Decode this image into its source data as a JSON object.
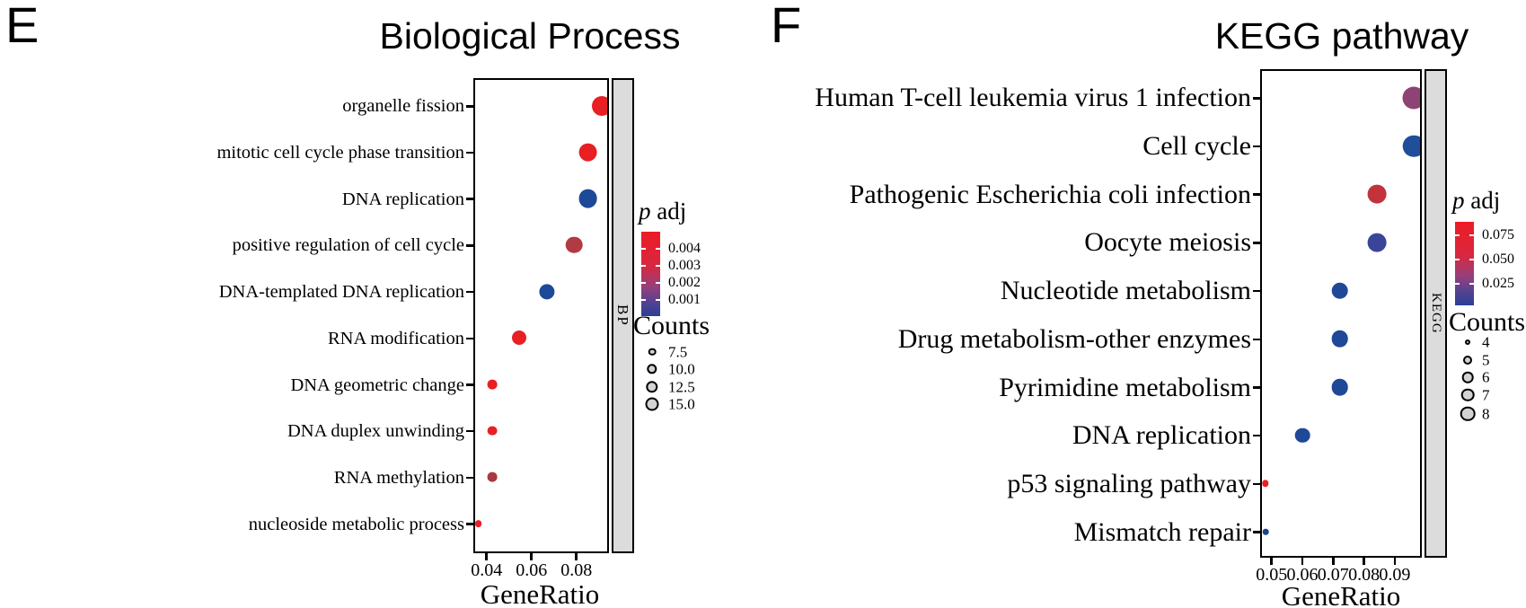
{
  "chart_data": [
    {
      "panel_letter": "E",
      "type": "scatter",
      "title": "Biological Process",
      "strip_label": "BP",
      "xlabel": "GeneRatio",
      "x_ticks": [
        0.04,
        0.06,
        0.08
      ],
      "xlim": [
        0.034,
        0.0945
      ],
      "grid": "off",
      "legend_position": "right",
      "color_legend": {
        "title_italic": "p",
        "title_rest": " adj",
        "tick_labels": [
          "0.004",
          "0.003",
          "0.002",
          "0.001"
        ],
        "high_color": "#ec1c24",
        "low_color": "#2b3e96"
      },
      "size_legend": {
        "title": "Counts",
        "items": [
          {
            "label": "7.5",
            "radius_px": 4.3
          },
          {
            "label": "10.0",
            "radius_px": 5.7
          },
          {
            "label": "12.5",
            "radius_px": 6.7
          },
          {
            "label": "15.0",
            "radius_px": 7.5
          }
        ]
      },
      "points": [
        {
          "category": "organelle fission",
          "gene_ratio": 0.0915,
          "count": 15,
          "dot_color": "#e81f23",
          "radius_px": 11
        },
        {
          "category": "mitotic cell cycle phase transition",
          "gene_ratio": 0.0854,
          "count": 14,
          "dot_color": "#e81f23",
          "radius_px": 10.4
        },
        {
          "category": "DNA replication",
          "gene_ratio": 0.0854,
          "count": 14,
          "dot_color": "#1e4898",
          "radius_px": 10.4
        },
        {
          "category": "positive regulation of cell cycle",
          "gene_ratio": 0.0793,
          "count": 13,
          "dot_color": "#b23a42",
          "radius_px": 9.3
        },
        {
          "category": "DNA-templated DNA replication",
          "gene_ratio": 0.0671,
          "count": 11,
          "dot_color": "#1e4898",
          "radius_px": 8.6
        },
        {
          "category": "RNA modification",
          "gene_ratio": 0.0549,
          "count": 9,
          "dot_color": "#e81f23",
          "radius_px": 8
        },
        {
          "category": "DNA geometric change",
          "gene_ratio": 0.0427,
          "count": 7,
          "dot_color": "#e81f23",
          "radius_px": 5.4
        },
        {
          "category": "DNA duplex unwinding",
          "gene_ratio": 0.0427,
          "count": 7,
          "dot_color": "#e81f23",
          "radius_px": 5.4
        },
        {
          "category": "RNA methylation",
          "gene_ratio": 0.0427,
          "count": 7,
          "dot_color": "#a63a40",
          "radius_px": 5.4
        },
        {
          "category": "nucleoside metabolic process",
          "gene_ratio": 0.0366,
          "count": 6,
          "dot_color": "#e81f23",
          "radius_px": 3.9
        }
      ]
    },
    {
      "panel_letter": "F",
      "type": "scatter",
      "title": "KEGG pathway",
      "strip_label": "KEGG",
      "xlabel": "GeneRatio",
      "x_ticks": [
        0.05,
        0.06,
        0.07,
        0.08,
        0.09
      ],
      "xlim": [
        0.0463,
        0.0988
      ],
      "grid": "off",
      "legend_position": "right",
      "color_legend": {
        "title_italic": "p",
        "title_rest": " adj",
        "tick_labels": [
          "0.075",
          "0.050",
          "0.025"
        ],
        "high_color": "#ec1c24",
        "low_color": "#2b3e96"
      },
      "size_legend": {
        "title": "Counts",
        "items": [
          {
            "label": "4",
            "radius_px": 3
          },
          {
            "label": "5",
            "radius_px": 5
          },
          {
            "label": "6",
            "radius_px": 6.3
          },
          {
            "label": "7",
            "radius_px": 7.3
          },
          {
            "label": "8",
            "radius_px": 8.3
          }
        ]
      },
      "points": [
        {
          "category": "Human T-cell leukemia virus 1 infection",
          "gene_ratio": 0.0964,
          "count": 8,
          "dot_color": "#8d4374",
          "radius_px": 12.5
        },
        {
          "category": "Cell cycle",
          "gene_ratio": 0.0964,
          "count": 8,
          "dot_color": "#1f4e9a",
          "radius_px": 12.3
        },
        {
          "category": "Pathogenic Escherichia coli infection",
          "gene_ratio": 0.0843,
          "count": 7,
          "dot_color": "#c2343c",
          "radius_px": 10.4
        },
        {
          "category": "Oocyte meiosis",
          "gene_ratio": 0.0843,
          "count": 7,
          "dot_color": "#3a4599",
          "radius_px": 10.4
        },
        {
          "category": "Nucleotide metabolism",
          "gene_ratio": 0.0723,
          "count": 6,
          "dot_color": "#1f4898",
          "radius_px": 9.3
        },
        {
          "category": "Drug metabolism-other enzymes",
          "gene_ratio": 0.0723,
          "count": 6,
          "dot_color": "#1f4898",
          "radius_px": 9.3
        },
        {
          "category": "Pyrimidine metabolism",
          "gene_ratio": 0.0723,
          "count": 6,
          "dot_color": "#1f4898",
          "radius_px": 9.3
        },
        {
          "category": "DNA replication",
          "gene_ratio": 0.0602,
          "count": 5,
          "dot_color": "#1f4898",
          "radius_px": 8.3
        },
        {
          "category": "p53 signaling pathway",
          "gene_ratio": 0.0482,
          "count": 4,
          "dot_color": "#e81f23",
          "radius_px": 3.7
        },
        {
          "category": "Mismatch repair",
          "gene_ratio": 0.0482,
          "count": 4,
          "dot_color": "#1e4191",
          "radius_px": 3.3
        }
      ]
    }
  ]
}
